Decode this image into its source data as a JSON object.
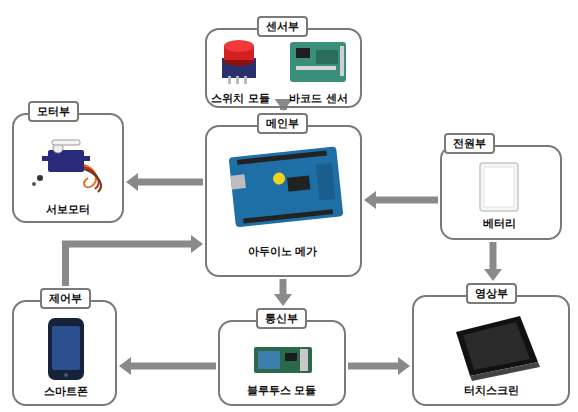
{
  "diagram": {
    "nodes": [
      {
        "text": [
          "센서부",
          "스위치 모듈",
          "바코드 센서"
        ]
      },
      {
        "text": [
          "모터부",
          "서보모터"
        ]
      },
      {
        "text": [
          "메인부",
          "아두이노 메가"
        ]
      },
      {
        "text": [
          "전원부",
          "베터리"
        ]
      },
      {
        "text": [
          "제어부",
          "스마트폰"
        ]
      },
      {
        "text": [
          "통신부",
          "블루투스 모듈"
        ]
      },
      {
        "text": [
          "영상부",
          "터치스크린"
        ]
      }
    ],
    "edges": [
      {
        "from": 0,
        "to": 2,
        "arrow": "to"
      },
      {
        "from": 2,
        "to": 1,
        "arrow": "to"
      },
      {
        "from": 3,
        "to": 2,
        "arrow": "to"
      },
      {
        "from": 3,
        "to": 6,
        "arrow": "to"
      },
      {
        "from": 4,
        "to": 2,
        "arrow": "to"
      },
      {
        "from": 2,
        "to": 5,
        "arrow": "to"
      },
      {
        "from": 5,
        "to": 4,
        "arrow": "to"
      },
      {
        "from": 5,
        "to": 6,
        "arrow": "to"
      }
    ]
  }
}
